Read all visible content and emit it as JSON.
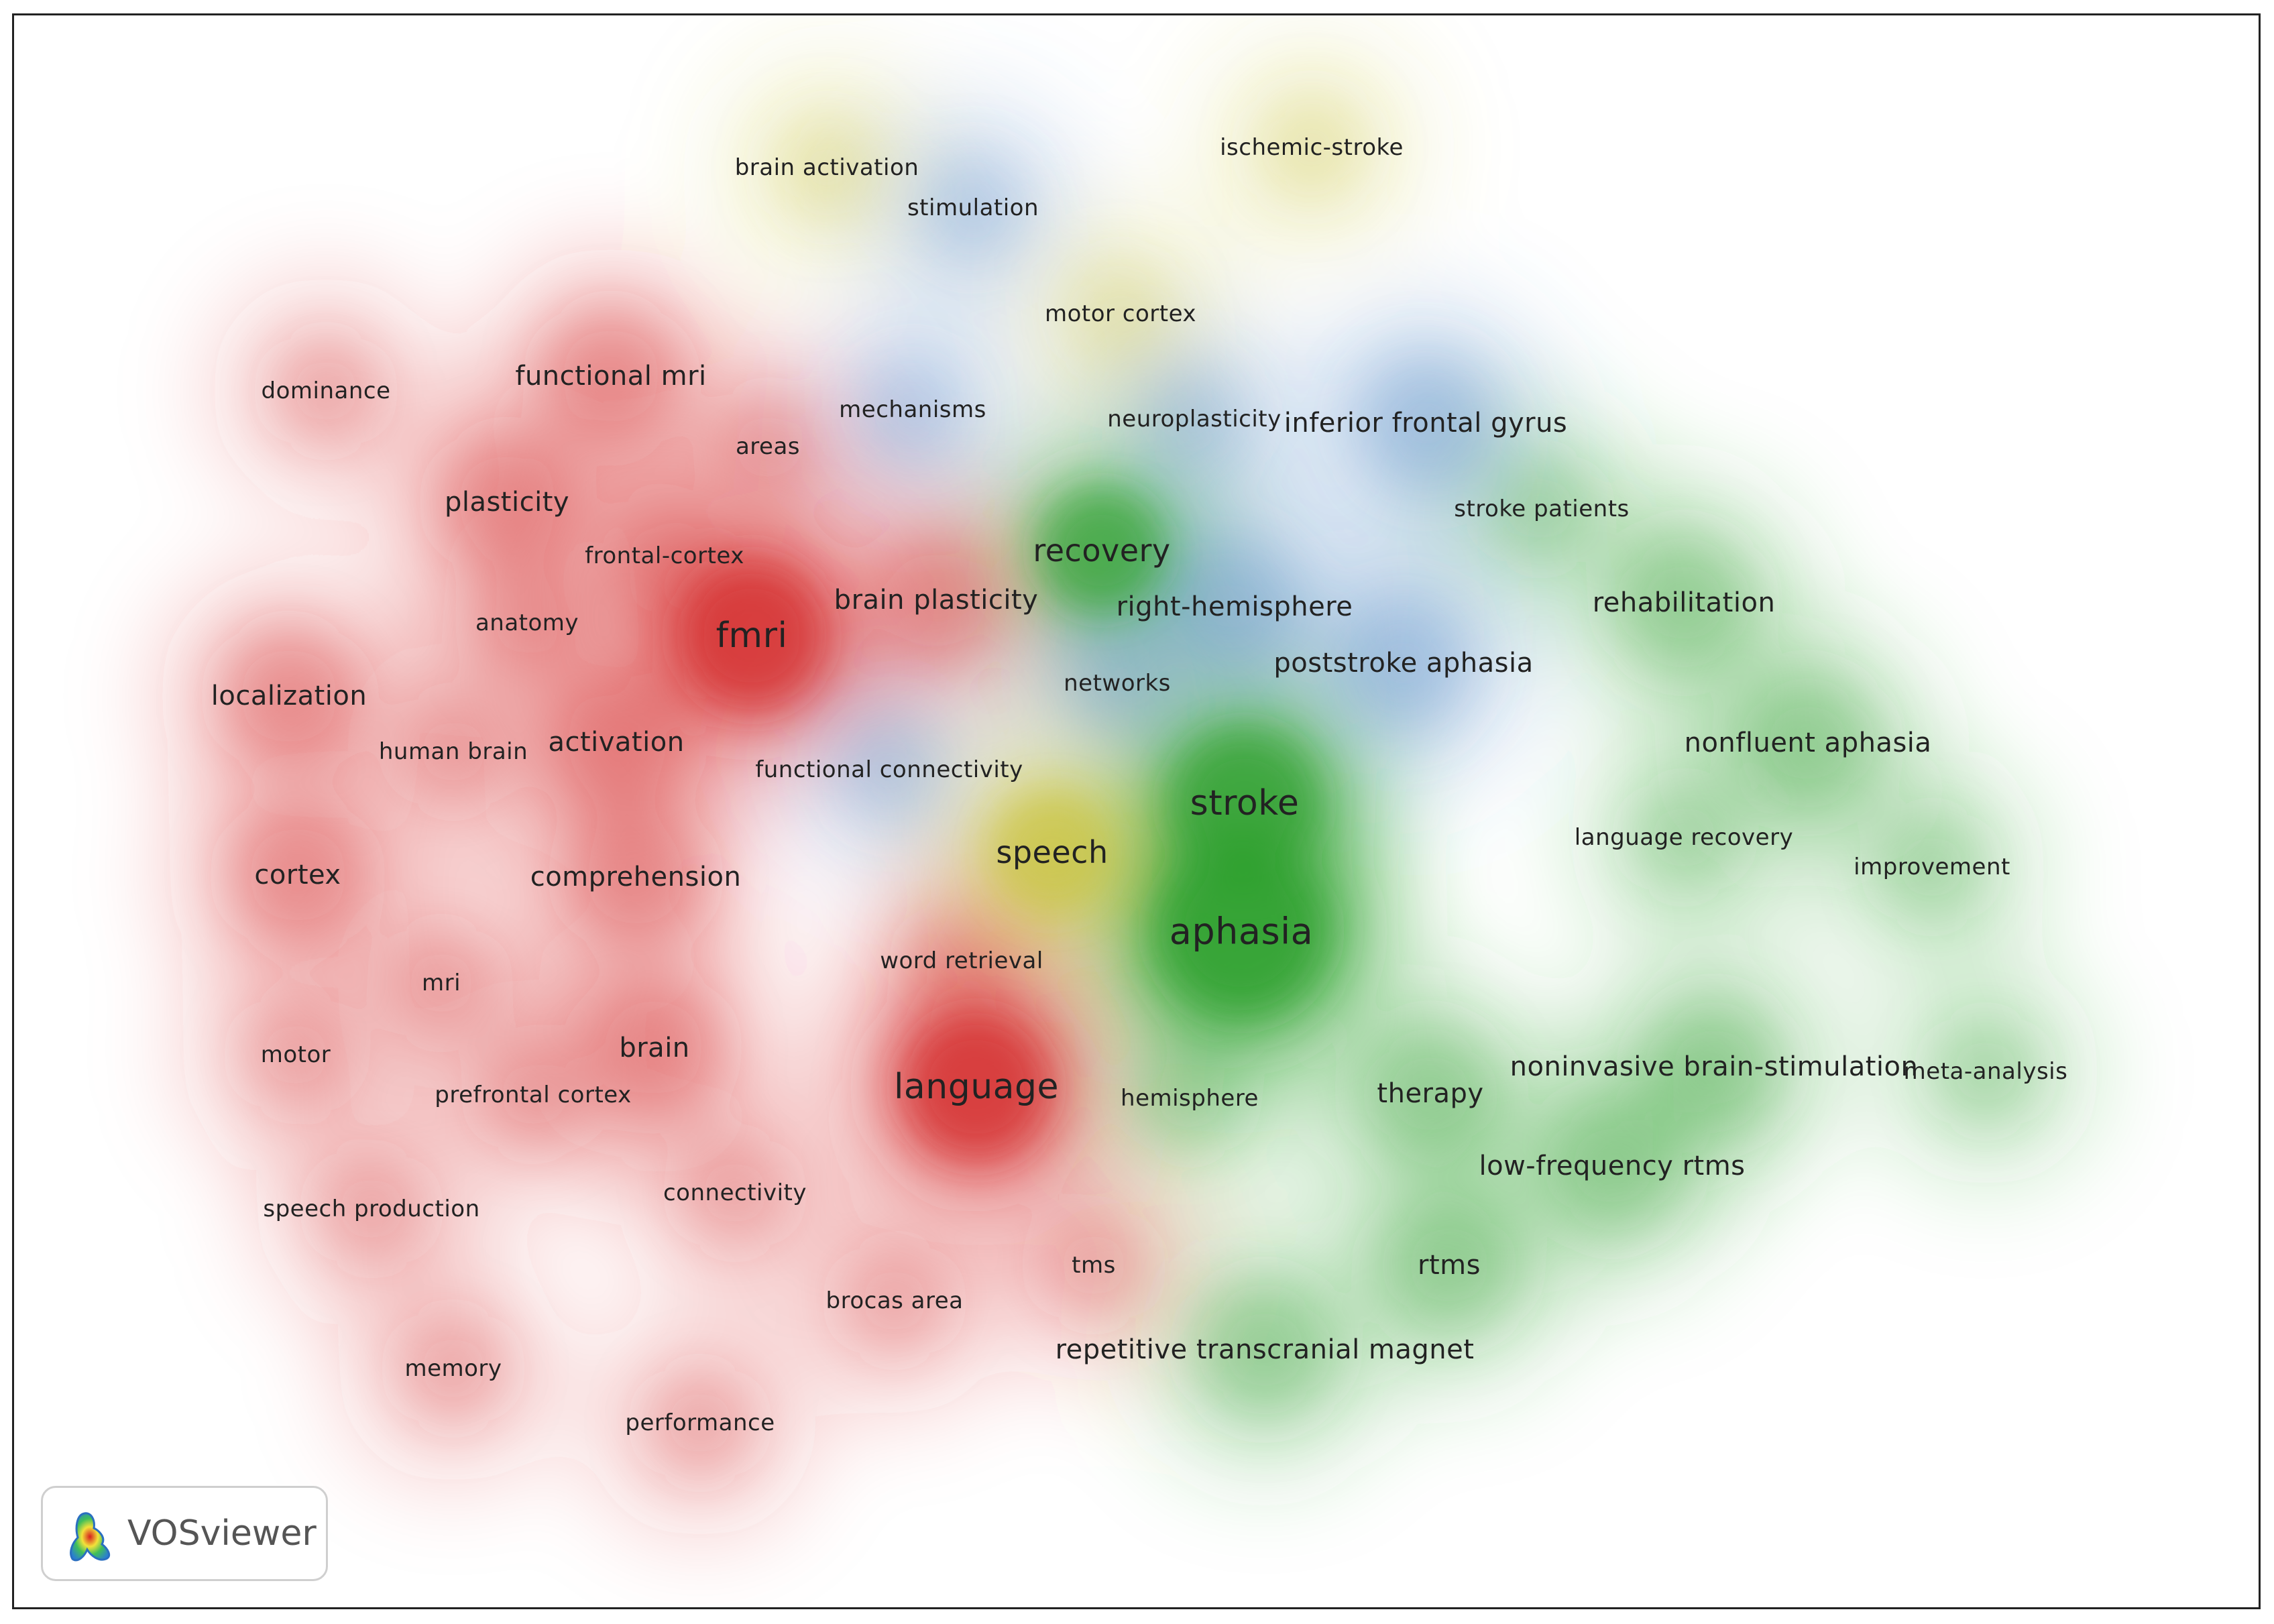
{
  "app": "VOSviewer",
  "clusters": [
    {
      "id": "red",
      "color": "#d42a2a"
    },
    {
      "id": "green",
      "color": "#2ea02e"
    },
    {
      "id": "blue",
      "color": "#4f86c6"
    },
    {
      "id": "yellow",
      "color": "#c8c23a"
    }
  ],
  "terms": [
    {
      "label": "brain activation",
      "cluster": "yellow",
      "weight": 1
    },
    {
      "label": "stimulation",
      "cluster": "blue",
      "weight": 1
    },
    {
      "label": "ischemic-stroke",
      "cluster": "yellow",
      "weight": 1
    },
    {
      "label": "motor cortex",
      "cluster": "yellow",
      "weight": 1
    },
    {
      "label": "dominance",
      "cluster": "red",
      "weight": 1
    },
    {
      "label": "functional mri",
      "cluster": "red",
      "weight": 2
    },
    {
      "label": "mechanisms",
      "cluster": "blue",
      "weight": 1
    },
    {
      "label": "neuroplasticity",
      "cluster": "blue",
      "weight": 1
    },
    {
      "label": "inferior frontal gyrus",
      "cluster": "blue",
      "weight": 2
    },
    {
      "label": "areas",
      "cluster": "red",
      "weight": 1
    },
    {
      "label": "plasticity",
      "cluster": "red",
      "weight": 2
    },
    {
      "label": "stroke patients",
      "cluster": "green",
      "weight": 1
    },
    {
      "label": "recovery",
      "cluster": "green",
      "weight": 3
    },
    {
      "label": "frontal-cortex",
      "cluster": "red",
      "weight": 1
    },
    {
      "label": "brain plasticity",
      "cluster": "red",
      "weight": 2
    },
    {
      "label": "right-hemisphere",
      "cluster": "blue",
      "weight": 2
    },
    {
      "label": "rehabilitation",
      "cluster": "green",
      "weight": 2
    },
    {
      "label": "anatomy",
      "cluster": "red",
      "weight": 1
    },
    {
      "label": "fmri",
      "cluster": "red",
      "weight": 4
    },
    {
      "label": "poststroke aphasia",
      "cluster": "blue",
      "weight": 2
    },
    {
      "label": "networks",
      "cluster": "blue",
      "weight": 1
    },
    {
      "label": "localization",
      "cluster": "red",
      "weight": 2
    },
    {
      "label": "nonfluent aphasia",
      "cluster": "green",
      "weight": 2
    },
    {
      "label": "human brain",
      "cluster": "red",
      "weight": 1
    },
    {
      "label": "activation",
      "cluster": "red",
      "weight": 2
    },
    {
      "label": "functional connectivity",
      "cluster": "blue",
      "weight": 1
    },
    {
      "label": "stroke",
      "cluster": "green",
      "weight": 4
    },
    {
      "label": "language recovery",
      "cluster": "green",
      "weight": 1
    },
    {
      "label": "speech",
      "cluster": "yellow",
      "weight": 3
    },
    {
      "label": "improvement",
      "cluster": "green",
      "weight": 1
    },
    {
      "label": "cortex",
      "cluster": "red",
      "weight": 2
    },
    {
      "label": "comprehension",
      "cluster": "red",
      "weight": 2
    },
    {
      "label": "aphasia",
      "cluster": "green",
      "weight": 5
    },
    {
      "label": "word retrieval",
      "cluster": "red",
      "weight": 1
    },
    {
      "label": "mri",
      "cluster": "red",
      "weight": 1
    },
    {
      "label": "brain",
      "cluster": "red",
      "weight": 2
    },
    {
      "label": "motor",
      "cluster": "red",
      "weight": 1
    },
    {
      "label": "noninvasive brain-stimulation",
      "cluster": "green",
      "weight": 2
    },
    {
      "label": "meta-analysis",
      "cluster": "green",
      "weight": 1
    },
    {
      "label": "language",
      "cluster": "red",
      "weight": 4
    },
    {
      "label": "prefrontal cortex",
      "cluster": "red",
      "weight": 1
    },
    {
      "label": "hemisphere",
      "cluster": "green",
      "weight": 1
    },
    {
      "label": "therapy",
      "cluster": "green",
      "weight": 2
    },
    {
      "label": "low-frequency rtms",
      "cluster": "green",
      "weight": 2
    },
    {
      "label": "connectivity",
      "cluster": "red",
      "weight": 1
    },
    {
      "label": "speech production",
      "cluster": "red",
      "weight": 1
    },
    {
      "label": "tms",
      "cluster": "red",
      "weight": 1
    },
    {
      "label": "rtms",
      "cluster": "green",
      "weight": 2
    },
    {
      "label": "brocas area",
      "cluster": "red",
      "weight": 1
    },
    {
      "label": "repetitive transcranial magnet",
      "cluster": "green",
      "weight": 2
    },
    {
      "label": "memory",
      "cluster": "red",
      "weight": 1
    },
    {
      "label": "performance",
      "cluster": "red",
      "weight": 1
    }
  ]
}
